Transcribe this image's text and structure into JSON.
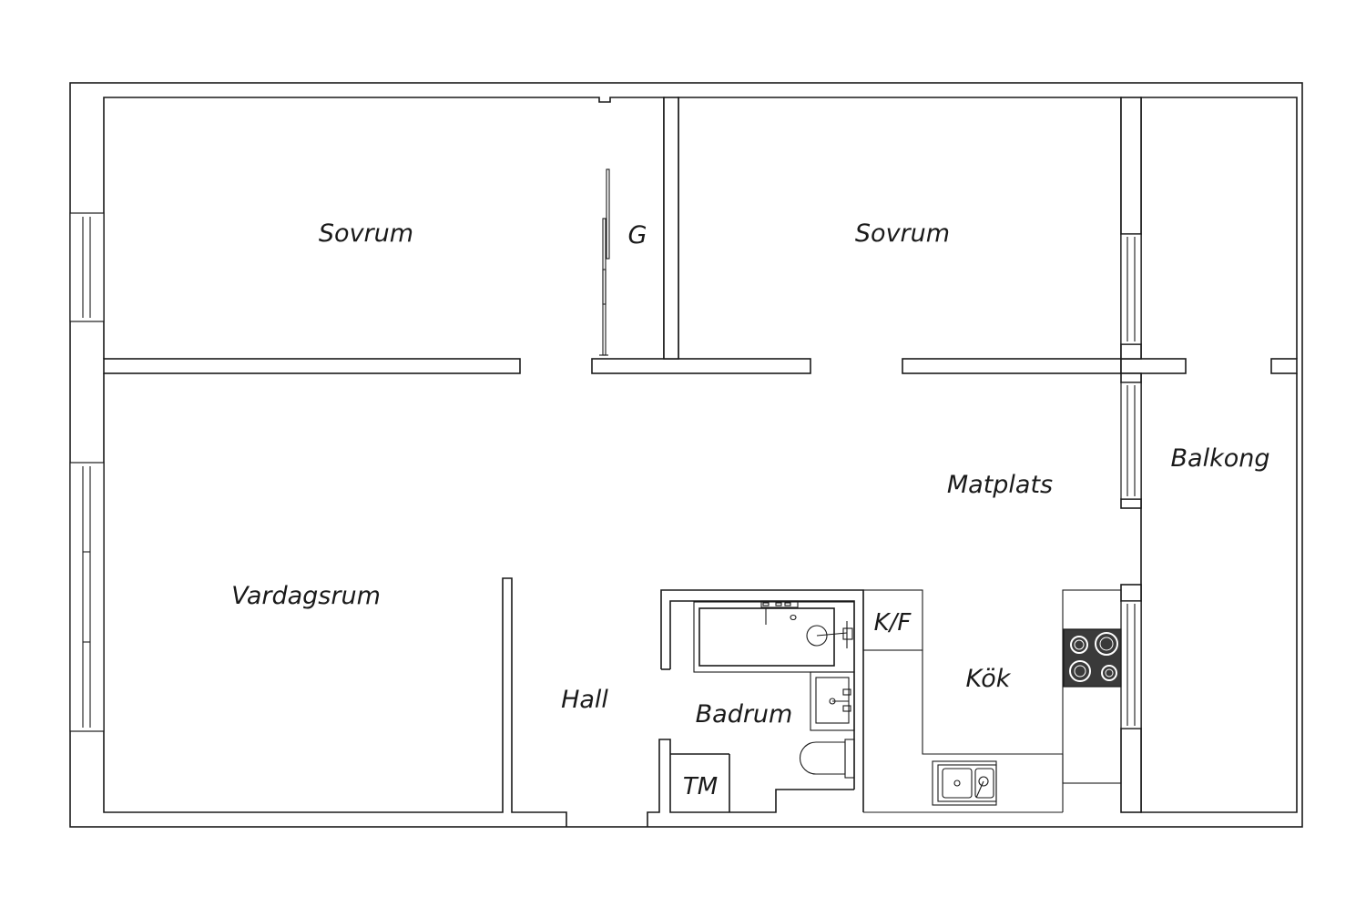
{
  "rooms": {
    "bedroom_left": "Sovrum",
    "closet": "G",
    "bedroom_right": "Sovrum",
    "dining": "Matplats",
    "balcony": "Balkong",
    "living": "Vardagsrum",
    "hall": "Hall",
    "bathroom": "Badrum",
    "fridge_freezer": "K/F",
    "kitchen": "Kök",
    "laundry": "TM"
  },
  "colors": {
    "wall_stroke": "#1a1a1a",
    "background": "#ffffff",
    "stove": "#3a3a3a"
  }
}
